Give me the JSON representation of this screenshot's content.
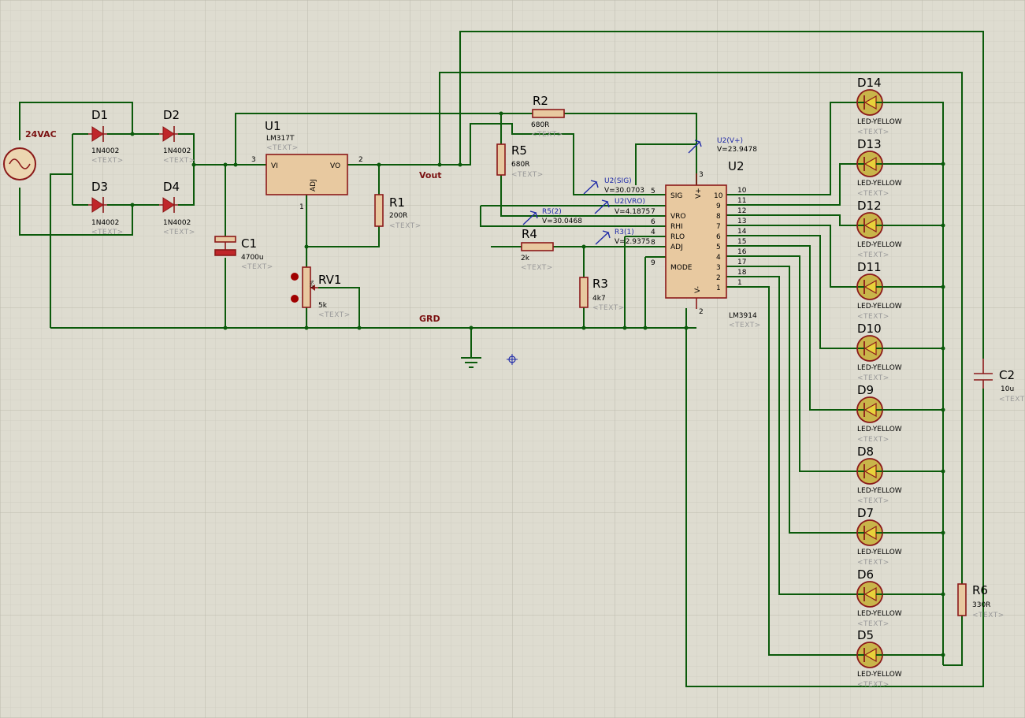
{
  "source": {
    "ref": "24VAC"
  },
  "diodes": [
    {
      "ref": "D1",
      "value": "1N4002",
      "tpl": "<TEXT>"
    },
    {
      "ref": "D2",
      "value": "1N4002",
      "tpl": "<TEXT>"
    },
    {
      "ref": "D3",
      "value": "1N4002",
      "tpl": "<TEXT>"
    },
    {
      "ref": "D4",
      "value": "1N4002",
      "tpl": "<TEXT>"
    }
  ],
  "u1": {
    "ref": "U1",
    "value": "LM317T",
    "tpl": "<TEXT>",
    "pin_vi": "VI",
    "pin_vo": "VO",
    "pin_adj": "ADJ",
    "pin3": "3",
    "pin2": "2",
    "pin1": "1"
  },
  "c1": {
    "ref": "C1",
    "value": "4700u",
    "tpl": "<TEXT>"
  },
  "r1": {
    "ref": "R1",
    "value": "200R",
    "tpl": "<TEXT>"
  },
  "rv1": {
    "ref": "RV1",
    "value": "5k",
    "tpl": "<TEXT>",
    "body_mark": "0%"
  },
  "r2": {
    "ref": "R2",
    "value": "680R",
    "tpl": "<TEXT>"
  },
  "r5": {
    "ref": "R5",
    "value": "680R",
    "tpl": "<TEXT>"
  },
  "r4": {
    "ref": "R4",
    "value": "2k",
    "tpl": "<TEXT>"
  },
  "r3": {
    "ref": "R3",
    "value": "4k7",
    "tpl": "<TEXT>"
  },
  "r6": {
    "ref": "R6",
    "value": "330R",
    "tpl": "<TEXT>"
  },
  "c2": {
    "ref": "C2",
    "value": "10u",
    "tpl": "<TEXT>"
  },
  "u2": {
    "ref": "U2",
    "value": "LM3914",
    "tpl": "<TEXT>",
    "left_pins": [
      {
        "name": "SIG",
        "num": "5"
      },
      {
        "name": "VRO",
        "num": "7"
      },
      {
        "name": "RHI",
        "num": "6"
      },
      {
        "name": "RLO",
        "num": "4"
      },
      {
        "name": "ADJ",
        "num": "8"
      },
      {
        "name": "MODE",
        "num": "9"
      }
    ],
    "right_pins": [
      "10",
      "11",
      "12",
      "13",
      "14",
      "15",
      "16",
      "17",
      "18",
      "1"
    ],
    "internal_right": [
      "10",
      "9",
      "8",
      "7",
      "6",
      "5",
      "4",
      "3",
      "2",
      "1"
    ],
    "vplus": "V+",
    "vminus": "V-",
    "pin_top": "3",
    "pin_bottom": "2"
  },
  "probes": [
    {
      "name": "U2(V+)",
      "value": "V=23.9478"
    },
    {
      "name": "U2(SIG)",
      "value": "V=30.0703"
    },
    {
      "name": "U2(VRO)",
      "value": "V=4.1875"
    },
    {
      "name": "R5(2)",
      "value": "V=30.0468"
    },
    {
      "name": "R3(1)",
      "value": "V=2.9375"
    }
  ],
  "nets": {
    "vout": "Vout",
    "grd": "GRD"
  },
  "leds": [
    {
      "ref": "D14",
      "value": "LED-YELLOW",
      "tpl": "<TEXT>"
    },
    {
      "ref": "D13",
      "value": "LED-YELLOW",
      "tpl": "<TEXT>"
    },
    {
      "ref": "D12",
      "value": "LED-YELLOW",
      "tpl": "<TEXT>"
    },
    {
      "ref": "D11",
      "value": "LED-YELLOW",
      "tpl": "<TEXT>"
    },
    {
      "ref": "D10",
      "value": "LED-YELLOW",
      "tpl": "<TEXT>"
    },
    {
      "ref": "D9",
      "value": "LED-YELLOW",
      "tpl": "<TEXT>"
    },
    {
      "ref": "D8",
      "value": "LED-YELLOW",
      "tpl": "<TEXT>"
    },
    {
      "ref": "D7",
      "value": "LED-YELLOW",
      "tpl": "<TEXT>"
    },
    {
      "ref": "D6",
      "value": "LED-YELLOW",
      "tpl": "<TEXT>"
    },
    {
      "ref": "D5",
      "value": "LED-YELLOW",
      "tpl": "<TEXT>"
    }
  ],
  "colors": {
    "background": "#dedcd0",
    "wire": "#0b5a0b",
    "component": "#8b1a1a",
    "probe": "#1f2aa8",
    "template": "#9a9a9a"
  }
}
